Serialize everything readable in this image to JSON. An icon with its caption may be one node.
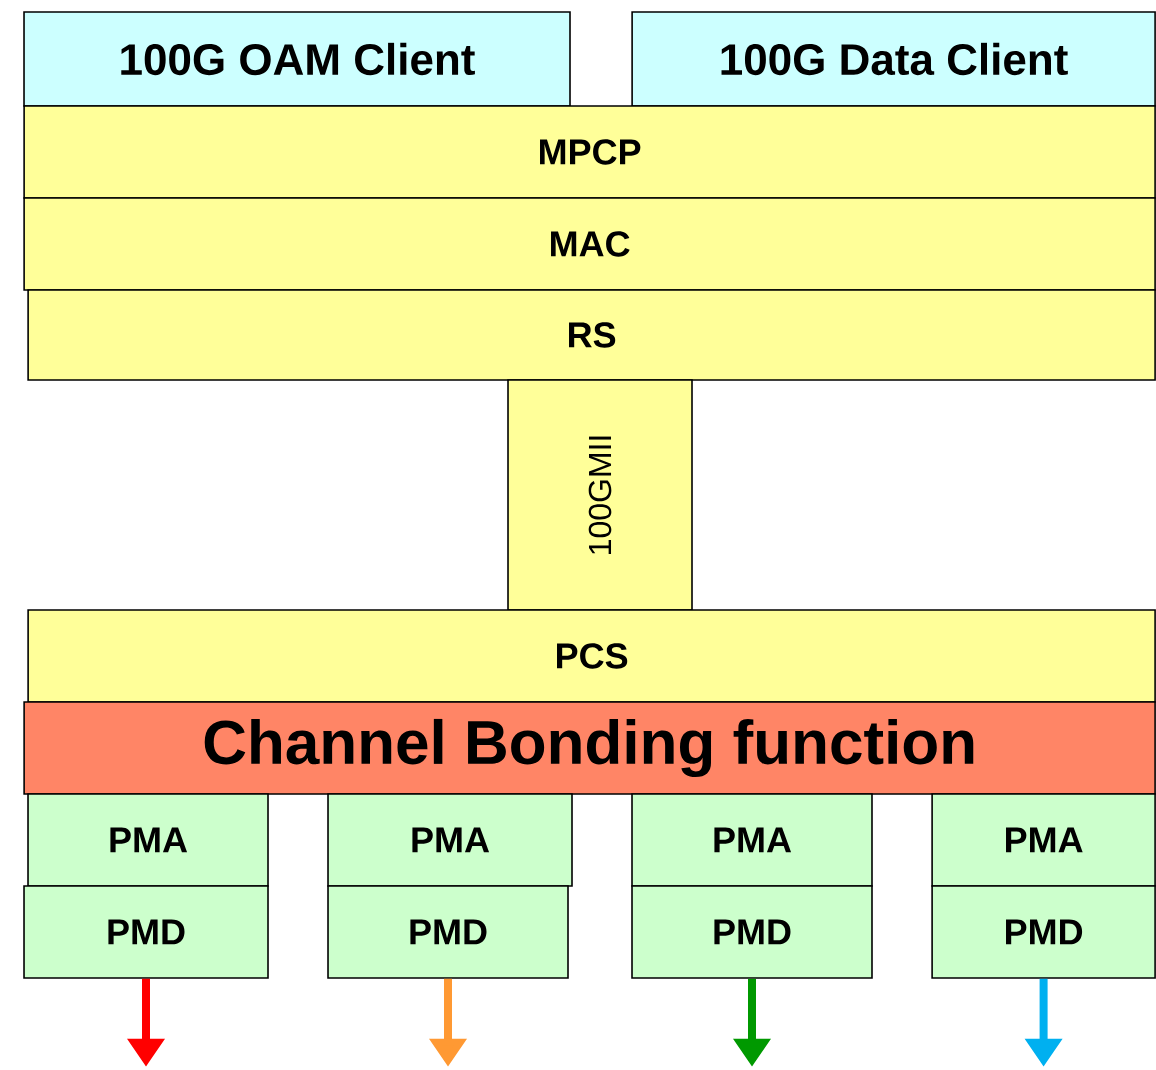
{
  "diagram": {
    "nodes": [
      {
        "text": [
          "100G OAM Client"
        ]
      },
      {
        "text": [
          "100G Data Client"
        ]
      },
      {
        "text": [
          "MPCP"
        ]
      },
      {
        "text": [
          "MAC"
        ]
      },
      {
        "text": [
          "RS"
        ]
      },
      {
        "text": [
          "100GMII"
        ]
      },
      {
        "text": [
          "PCS"
        ]
      },
      {
        "text": [
          "Channel Bonding function"
        ]
      },
      {
        "text": [
          "PMA"
        ]
      },
      {
        "text": [
          "PMA"
        ]
      },
      {
        "text": [
          "PMA"
        ]
      },
      {
        "text": [
          "PMA"
        ]
      },
      {
        "text": [
          "PMD"
        ]
      },
      {
        "text": [
          "PMD"
        ]
      },
      {
        "text": [
          "PMD"
        ]
      },
      {
        "text": [
          "PMD"
        ]
      }
    ],
    "edges": [
      {
        "from": 12,
        "to": null,
        "arrow": "to",
        "color": "#ff0000"
      },
      {
        "from": 13,
        "to": null,
        "arrow": "to",
        "color": "#ff9933"
      },
      {
        "from": 14,
        "to": null,
        "arrow": "to",
        "color": "#009900"
      },
      {
        "from": 15,
        "to": null,
        "arrow": "to",
        "color": "#00b0f0"
      }
    ]
  }
}
